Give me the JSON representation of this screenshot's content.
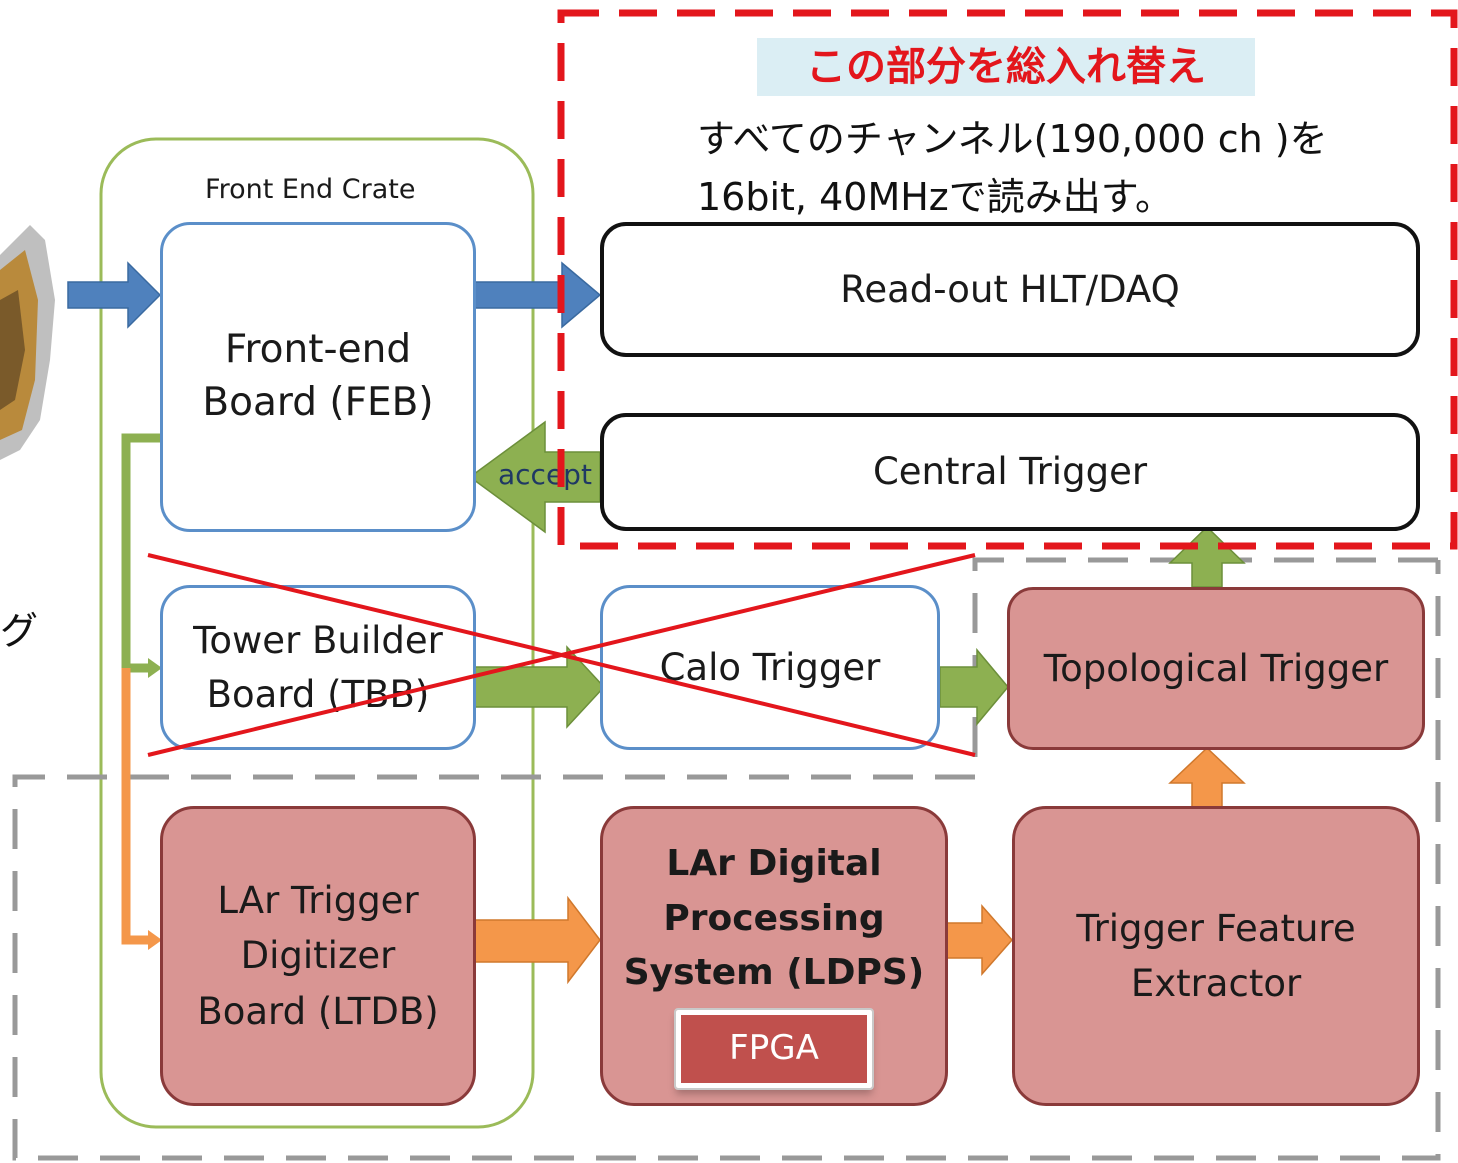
{
  "header": {
    "title": "この部分を総入れ替え",
    "line1": "すべてのチャンネル(190,000 ch )を",
    "line2": "16bit, 40MHzで読み出す。"
  },
  "crate_label": "Front End Crate",
  "side_text": "グ",
  "accept_label": "accept",
  "boxes": {
    "feb": "Front-end\nBoard (FEB)",
    "tbb": "Tower Builder\nBoard (TBB)",
    "ltdb": "LAr Trigger\nDigitizer\nBoard (LTDB)",
    "readout": "Read-out HLT/DAQ",
    "central": "Central Trigger",
    "calo": "Calo Trigger",
    "topo": "Topological Trigger",
    "ldps": "LAr Digital\nProcessing\nSystem (LDPS)",
    "tfe": "Trigger Feature\nExtractor",
    "fpga": "FPGA"
  },
  "colors": {
    "blue_arrow": "#4f81bd",
    "green_arrow": "#8db051",
    "orange_arrow": "#f4974a",
    "red_dash": "#e3161c",
    "highlight_bg": "#dbeef4",
    "gray_dash": "#999999"
  }
}
